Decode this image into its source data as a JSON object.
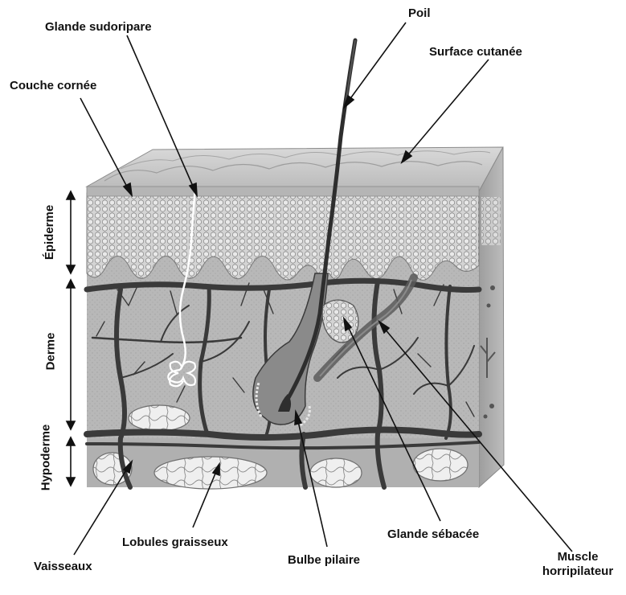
{
  "labels": {
    "poil": "Poil",
    "glande_sudoripare": "Glande sudoripare",
    "surface_cutanee": "Surface cutanée",
    "couche_cornee": "Couche cornée",
    "epiderme": "Épiderme",
    "derme": "Derme",
    "hypoderme": "Hypoderme",
    "lobules_graisseux": "Lobules graisseux",
    "vaisseaux": "Vaisseaux",
    "bulbe_pilaire": "Bulbe pilaire",
    "glande_sebacee": "Glande sébacée",
    "muscle_line1": "Muscle",
    "muscle_line2": "horripilateur"
  },
  "colors": {
    "epidermis": "#c9c9c9",
    "dermis": "#b4b4b4",
    "hypodermis": "#a8a8a8",
    "vessels": "#3a3a3a",
    "hair": "#2e2e2e",
    "fat_lobule": "#eeeeee",
    "surface": "#bdbdbd"
  }
}
